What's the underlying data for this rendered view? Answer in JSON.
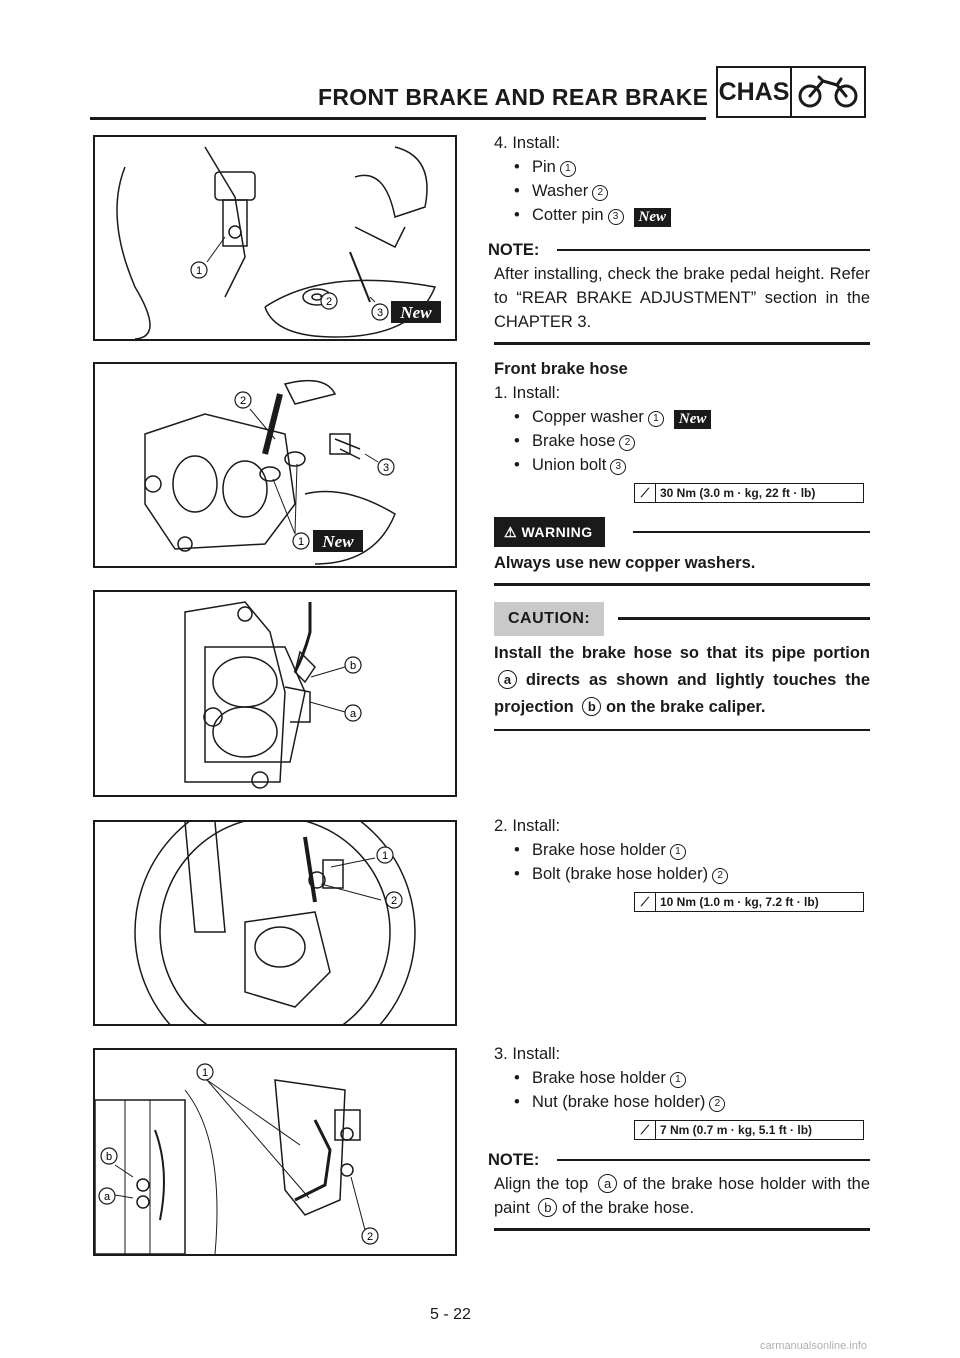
{
  "header": {
    "title": "FRONT BRAKE AND REAR BRAKE",
    "section_code": "CHAS",
    "section_icon": "motorcycle-icon"
  },
  "new_label": "New",
  "figures": [
    {
      "labels": [
        "1",
        "2",
        "3"
      ],
      "has_new": true
    },
    {
      "labels": [
        "2",
        "3",
        "1"
      ],
      "has_new": true
    },
    {
      "labels": [
        "b",
        "a"
      ],
      "has_new": false
    },
    {
      "labels": [
        "1",
        "2"
      ],
      "has_new": false
    },
    {
      "labels": [
        "1",
        "b",
        "a",
        "2"
      ],
      "has_new": false
    }
  ],
  "block1": {
    "step": "4.  Install:",
    "items": [
      {
        "text": "Pin",
        "ref": "1"
      },
      {
        "text": "Washer",
        "ref": "2"
      },
      {
        "text": "Cotter pin",
        "ref": "3"
      }
    ],
    "note_label": "NOTE:",
    "note_text": "After installing, check the brake pedal height. Refer to “REAR BRAKE ADJUSTMENT” section in the CHAPTER 3."
  },
  "block2": {
    "heading": "Front brake hose",
    "step": "1.  Install:",
    "items": [
      {
        "text": "Copper washer",
        "ref": "1"
      },
      {
        "text": "Brake hose",
        "ref": "2"
      },
      {
        "text": "Union bolt",
        "ref": "3"
      }
    ],
    "torque": "30 Nm (3.0 m · kg, 22 ft · lb)",
    "warning_label": "WARNING",
    "warning_text": "Always use new copper washers.",
    "caution_label": "CAUTION:",
    "caution_parts": [
      "Install the brake hose so that its pipe portion",
      "a",
      "directs as shown and lightly touches the projection",
      "b",
      "on the brake caliper."
    ]
  },
  "block3": {
    "step": "2.  Install:",
    "items": [
      {
        "text": "Brake hose holder",
        "ref": "1"
      },
      {
        "text": "Bolt (brake hose holder)",
        "ref": "2"
      }
    ],
    "torque": "10 Nm (1.0 m · kg, 7.2 ft · lb)"
  },
  "block4": {
    "step": "3.  Install:",
    "items": [
      {
        "text": "Brake hose holder",
        "ref": "1"
      },
      {
        "text": "Nut (brake hose holder)",
        "ref": "2"
      }
    ],
    "torque": "7 Nm (0.7 m · kg, 5.1 ft · lb)",
    "note_label": "NOTE:",
    "note_parts": [
      "Align the top",
      "a",
      "of the brake hose holder with the paint",
      "b",
      "of the brake hose."
    ]
  },
  "footer": {
    "page_number": "5 - 22",
    "watermark": "carmanualsonline.info"
  }
}
